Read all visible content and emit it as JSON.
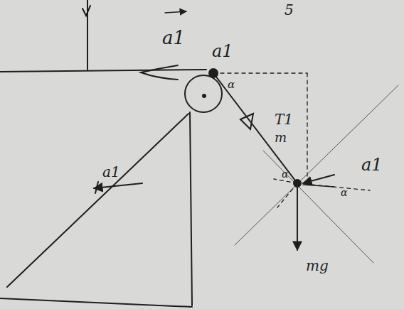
{
  "diagram": {
    "labels": [
      "a1",
      "a1",
      "5",
      "α",
      "T1",
      "m",
      "a1",
      "α",
      "α",
      "a1",
      "mg"
    ]
  }
}
